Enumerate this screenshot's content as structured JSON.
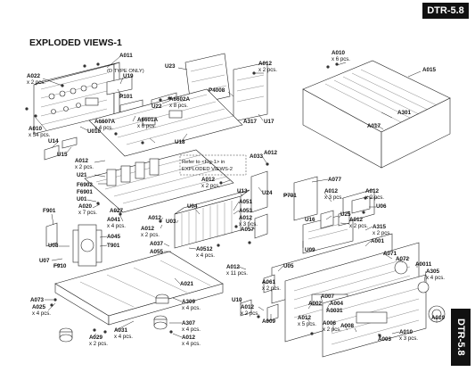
{
  "model": "DTR-5.8",
  "title": "EXPLODED VIEWS-1",
  "notes": {
    "d_type": "(D TYPE ONLY)",
    "refer_line1": "Refer to <Fig-1> in",
    "refer_line2": "EXPLODED VIEWS-2"
  },
  "labels": [
    {
      "id": "A011",
      "part": "A011",
      "qty": ""
    },
    {
      "id": "A022",
      "part": "A022",
      "qty": "x 2 pcs."
    },
    {
      "id": "U19",
      "part": "U19",
      "qty": ""
    },
    {
      "id": "U23",
      "part": "U23",
      "qty": ""
    },
    {
      "id": "A012_top",
      "part": "A012",
      "qty": "x 2 pcs."
    },
    {
      "id": "A010_top",
      "part": "A010",
      "qty": "x 6 pcs."
    },
    {
      "id": "A015",
      "part": "A015",
      "qty": ""
    },
    {
      "id": "P101",
      "part": "P101",
      "qty": ""
    },
    {
      "id": "A6602A",
      "part": "A6602A",
      "qty": "x 8 pcs."
    },
    {
      "id": "U22",
      "part": "U22",
      "qty": ""
    },
    {
      "id": "P4008",
      "part": "P4008",
      "qty": ""
    },
    {
      "id": "A301",
      "part": "A301",
      "qty": ""
    },
    {
      "id": "A010_left",
      "part": "A010",
      "qty": "x 54 pcs."
    },
    {
      "id": "A6607A",
      "part": "A6607A",
      "qty": "x 4 pcs."
    },
    {
      "id": "U010",
      "part": "U010",
      "qty": ""
    },
    {
      "id": "A317",
      "part": "A317",
      "qty": ""
    },
    {
      "id": "U17",
      "part": "U17",
      "qty": ""
    },
    {
      "id": "A017",
      "part": "A017",
      "qty": ""
    },
    {
      "id": "U14",
      "part": "U14",
      "qty": ""
    },
    {
      "id": "A6601A",
      "part": "A6601A",
      "qty": "x 6 pcs."
    },
    {
      "id": "U18",
      "part": "U18",
      "qty": ""
    },
    {
      "id": "U15",
      "part": "U15",
      "qty": ""
    },
    {
      "id": "A012_mid",
      "part": "A012",
      "qty": "x 2 pcs."
    },
    {
      "id": "A033",
      "part": "A033",
      "qty": ""
    },
    {
      "id": "A012_a033",
      "part": "A012",
      "qty": ""
    },
    {
      "id": "U21",
      "part": "U21",
      "qty": ""
    },
    {
      "id": "F6902",
      "part": "F6902",
      "qty": ""
    },
    {
      "id": "F6901",
      "part": "F6901",
      "qty": ""
    },
    {
      "id": "A012_center",
      "part": "A012",
      "qty": "x 2 pcs."
    },
    {
      "id": "U13",
      "part": "U13",
      "qty": ""
    },
    {
      "id": "U24",
      "part": "U24",
      "qty": ""
    },
    {
      "id": "A077",
      "part": "A077",
      "qty": ""
    },
    {
      "id": "P701",
      "part": "P701",
      "qty": ""
    },
    {
      "id": "A012_p701",
      "part": "A012",
      "qty": "x 3 pcs."
    },
    {
      "id": "A012_right",
      "part": "A012",
      "qty": "x 2 pcs."
    },
    {
      "id": "U01",
      "part": "U01",
      "qty": ""
    },
    {
      "id": "A020",
      "part": "A020",
      "qty": "x 7 pcs."
    },
    {
      "id": "A027",
      "part": "A027",
      "qty": ""
    },
    {
      "id": "U04",
      "part": "U04",
      "qty": ""
    },
    {
      "id": "A051",
      "part": "A051",
      "qty": ""
    },
    {
      "id": "A053",
      "part": "A053",
      "qty": ""
    },
    {
      "id": "U06",
      "part": "U06",
      "qty": ""
    },
    {
      "id": "F901",
      "part": "F901",
      "qty": ""
    },
    {
      "id": "A041",
      "part": "A041",
      "qty": "x 4 pcs."
    },
    {
      "id": "A012_u03",
      "part": "A012",
      "qty": ""
    },
    {
      "id": "U03",
      "part": "U03",
      "qty": ""
    },
    {
      "id": "A012_a053",
      "part": "A012",
      "qty": "x 3 pcs."
    },
    {
      "id": "U16",
      "part": "U16",
      "qty": ""
    },
    {
      "id": "U25",
      "part": "U25",
      "qty": ""
    },
    {
      "id": "A012_u25",
      "part": "A012",
      "qty": "x 2 pcs."
    },
    {
      "id": "A012_low",
      "part": "A012",
      "qty": "x 2 pcs."
    },
    {
      "id": "A057",
      "part": "A057",
      "qty": ""
    },
    {
      "id": "A315",
      "part": "A315",
      "qty": "x 2 pcs."
    },
    {
      "id": "U08",
      "part": "U08",
      "qty": ""
    },
    {
      "id": "A045",
      "part": "A045",
      "qty": ""
    },
    {
      "id": "T901",
      "part": "T901",
      "qty": ""
    },
    {
      "id": "A037",
      "part": "A037",
      "qty": ""
    },
    {
      "id": "A055",
      "part": "A055",
      "qty": ""
    },
    {
      "id": "A0512",
      "part": "A0512",
      "qty": "x 4 pcs."
    },
    {
      "id": "A001",
      "part": "A001",
      "qty": ""
    },
    {
      "id": "U09",
      "part": "U09",
      "qty": ""
    },
    {
      "id": "U07",
      "part": "U07",
      "qty": ""
    },
    {
      "id": "F910",
      "part": "F910",
      "qty": ""
    },
    {
      "id": "A071",
      "part": "A071",
      "qty": ""
    },
    {
      "id": "A072",
      "part": "A072",
      "qty": ""
    },
    {
      "id": "A0011",
      "part": "A0011",
      "qty": ""
    },
    {
      "id": "A012_11",
      "part": "A012",
      "qty": "x 11 pcs."
    },
    {
      "id": "U05",
      "part": "U05",
      "qty": ""
    },
    {
      "id": "A305",
      "part": "A305",
      "qty": "x 4 pcs."
    },
    {
      "id": "A021",
      "part": "A021",
      "qty": ""
    },
    {
      "id": "A061",
      "part": "A061",
      "qty": "x 2 pcs."
    },
    {
      "id": "A073",
      "part": "A073",
      "qty": ""
    },
    {
      "id": "A309",
      "part": "A309",
      "qty": "x 4 pcs."
    },
    {
      "id": "U10",
      "part": "U10",
      "qty": ""
    },
    {
      "id": "A012_u10",
      "part": "A012",
      "qty": "x 2 pcs."
    },
    {
      "id": "A002",
      "part": "A002",
      "qty": ""
    },
    {
      "id": "A007",
      "part": "A007",
      "qty": ""
    },
    {
      "id": "A004",
      "part": "A004",
      "qty": ""
    },
    {
      "id": "A025",
      "part": "A025",
      "qty": "x 4 pcs."
    },
    {
      "id": "A009",
      "part": "A009",
      "qty": ""
    },
    {
      "id": "A012_5",
      "part": "A012",
      "qty": "x 5 pcs."
    },
    {
      "id": "A0031",
      "part": "A0031",
      "qty": ""
    },
    {
      "id": "A006",
      "part": "A006",
      "qty": "x 2 pcs."
    },
    {
      "id": "A008",
      "part": "A008",
      "qty": ""
    },
    {
      "id": "A019",
      "part": "A019",
      "qty": ""
    },
    {
      "id": "A307",
      "part": "A307",
      "qty": "x 4 pcs."
    },
    {
      "id": "A031",
      "part": "A031",
      "qty": "x 4 pcs."
    },
    {
      "id": "A010_bot",
      "part": "A010",
      "qty": "x 3 pcs."
    },
    {
      "id": "A003",
      "part": "A003",
      "qty": ""
    },
    {
      "id": "A029",
      "part": "A029",
      "qty": "x 2 pcs."
    },
    {
      "id": "A012_bot",
      "part": "A012",
      "qty": "x 4 pcs."
    }
  ]
}
